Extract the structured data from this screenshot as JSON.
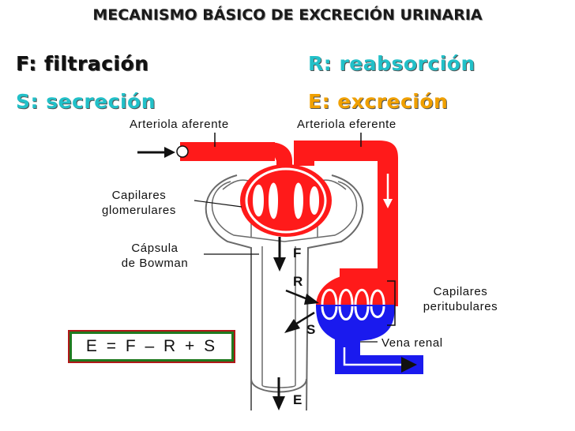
{
  "title": "MECANISMO BÁSICO DE EXCRECIÓN URINARIA",
  "legend": {
    "f": "F: filtración",
    "r": "R: reabsorción",
    "s": "S: secreción",
    "e": "E: excreción"
  },
  "labels": {
    "afferent": "Arteriola aferente",
    "efferent": "Arteriola eferente",
    "glomerular_1": "Capilares",
    "glomerular_2": "glomerulares",
    "bowman_1": "Cápsula",
    "bowman_2": "de Bowman",
    "peritubular_1": "Capilares",
    "peritubular_2": "peritubulares",
    "vein": "Vena renal"
  },
  "letters": {
    "f": "F",
    "r": "R",
    "s": "S",
    "e": "E"
  },
  "formula": "E = F – R + S",
  "colors": {
    "arterial": "#ff1a1a",
    "venous": "#1a1aee",
    "legend_accent": "#22c0c8",
    "excretion": "#f0a000",
    "formula_border": "#b01818",
    "formula_frame": "#1f7a1f"
  }
}
